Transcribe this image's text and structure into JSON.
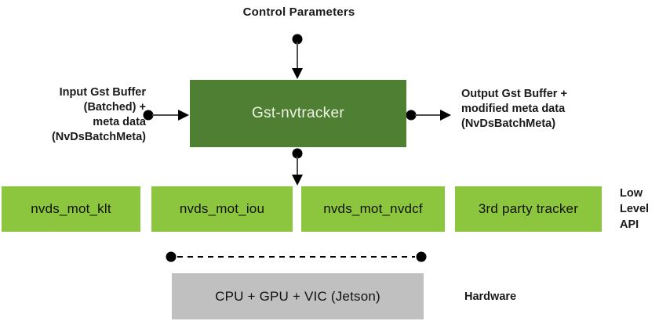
{
  "title": "Control Parameters",
  "colors": {
    "main_box_green": "#4f7f33",
    "tracker_box_green": "#8cc63e",
    "hardware_gray": "#c0c0c0",
    "arrow_black": "#000000",
    "arrow_shaft_gray": "#4d4d4d"
  },
  "main_box": {
    "label": "Gst-nvtracker"
  },
  "input_label": {
    "lines": [
      "Input Gst Buffer",
      "(Batched) +",
      "meta data",
      "(NvDsBatchMeta)"
    ]
  },
  "output_label": {
    "lines": [
      "Output Gst Buffer +",
      "modified meta data",
      "(NvDsBatchMeta)"
    ]
  },
  "low_level_boxes": [
    {
      "label": "nvds_mot_klt"
    },
    {
      "label": "nvds_mot_iou"
    },
    {
      "label": "nvds_mot_nvdcf"
    },
    {
      "label": "3rd party tracker"
    }
  ],
  "side_labels": {
    "low_level_api_lines": [
      "Low",
      "Level",
      "API"
    ],
    "hardware": "Hardware"
  },
  "hardware_box": {
    "label": "CPU + GPU + VIC (Jetson)"
  }
}
